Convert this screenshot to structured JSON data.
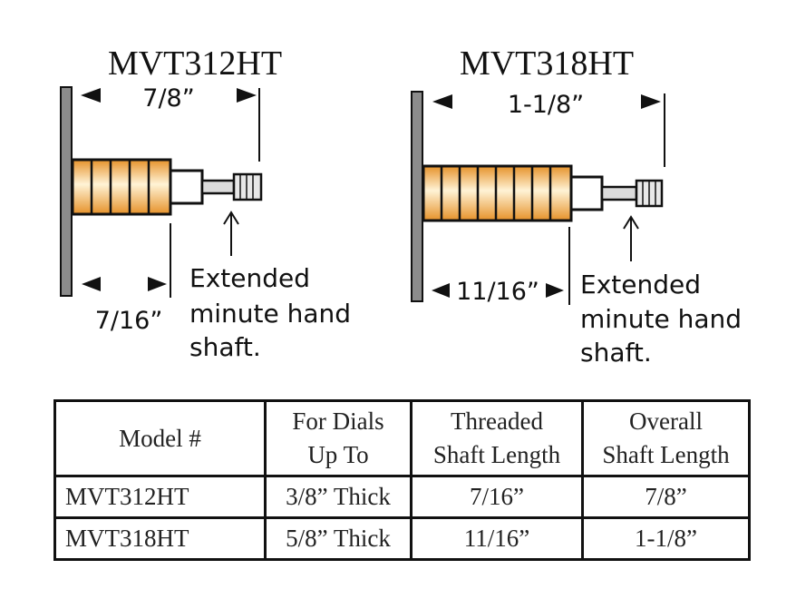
{
  "diagrams": [
    {
      "model": "MVT312HT",
      "overall_length": "7/8”",
      "threaded_length": "7/16”",
      "note_lines": [
        "Extended",
        "minute hand",
        "shaft."
      ]
    },
    {
      "model": "MVT318HT",
      "overall_length": "1-1/8”",
      "threaded_length": "11/16”",
      "note_lines": [
        "Extended",
        "minute hand",
        "shaft."
      ]
    }
  ],
  "colors": {
    "dial": "#8c8c8c",
    "thread_light": "#fff3d6",
    "thread_dark": "#e6922a",
    "outline": "#111111"
  },
  "table": {
    "headers": [
      [
        "Model #"
      ],
      [
        "For Dials",
        "Up To"
      ],
      [
        "Threaded",
        "Shaft Length"
      ],
      [
        "Overall",
        "Shaft Length"
      ]
    ],
    "rows": [
      [
        "MVT312HT",
        "3/8” Thick",
        "7/16”",
        "7/8”"
      ],
      [
        "MVT318HT",
        "5/8” Thick",
        "11/16”",
        "1-1/8”"
      ]
    ]
  }
}
